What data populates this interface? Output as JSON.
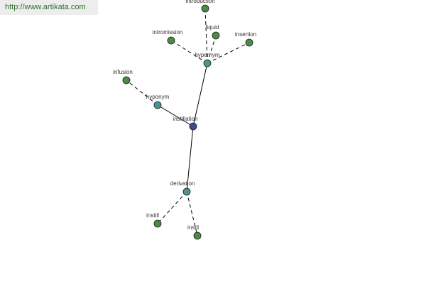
{
  "header": {
    "url_text": "http://www.artikata.com"
  },
  "colors": {
    "root_node": "#3b4b8c",
    "relation_node": "#4a9494",
    "word_node": "#4b8b45"
  },
  "graph": {
    "nodes": [
      {
        "id": "instillation",
        "label": "instillation",
        "kind": "root",
        "color": "#3b4b8c"
      },
      {
        "id": "hypernym",
        "label": "hypernym",
        "kind": "relation",
        "color": "#4a9494"
      },
      {
        "id": "hyponym",
        "label": "hyponym",
        "kind": "relation",
        "color": "#4a9494"
      },
      {
        "id": "derivation",
        "label": "derivation",
        "kind": "relation",
        "color": "#4a9494"
      },
      {
        "id": "introduction",
        "label": "introduction",
        "kind": "word",
        "color": "#4b8b45"
      },
      {
        "id": "liquid",
        "label": "liquid",
        "kind": "word",
        "color": "#4b8b45"
      },
      {
        "id": "intromission",
        "label": "intromission",
        "kind": "word",
        "color": "#4b8b45"
      },
      {
        "id": "insertion",
        "label": "insertion",
        "kind": "word",
        "color": "#4b8b45"
      },
      {
        "id": "infusion",
        "label": "infusion",
        "kind": "word",
        "color": "#4b8b45"
      },
      {
        "id": "instill",
        "label": "instill",
        "kind": "word",
        "color": "#4b8b45"
      },
      {
        "id": "instil",
        "label": "instil",
        "kind": "word",
        "color": "#4b8b45"
      }
    ],
    "edges": [
      {
        "from": "instillation",
        "to": "hypernym",
        "style": "solid"
      },
      {
        "from": "instillation",
        "to": "hyponym",
        "style": "solid"
      },
      {
        "from": "instillation",
        "to": "derivation",
        "style": "solid"
      },
      {
        "from": "hypernym",
        "to": "introduction",
        "style": "dashed"
      },
      {
        "from": "hypernym",
        "to": "liquid",
        "style": "dashed"
      },
      {
        "from": "hypernym",
        "to": "intromission",
        "style": "dashed"
      },
      {
        "from": "hypernym",
        "to": "insertion",
        "style": "dashed"
      },
      {
        "from": "hyponym",
        "to": "infusion",
        "style": "dashed"
      },
      {
        "from": "derivation",
        "to": "instill",
        "style": "dashed"
      },
      {
        "from": "derivation",
        "to": "instil",
        "style": "dashed"
      }
    ]
  }
}
